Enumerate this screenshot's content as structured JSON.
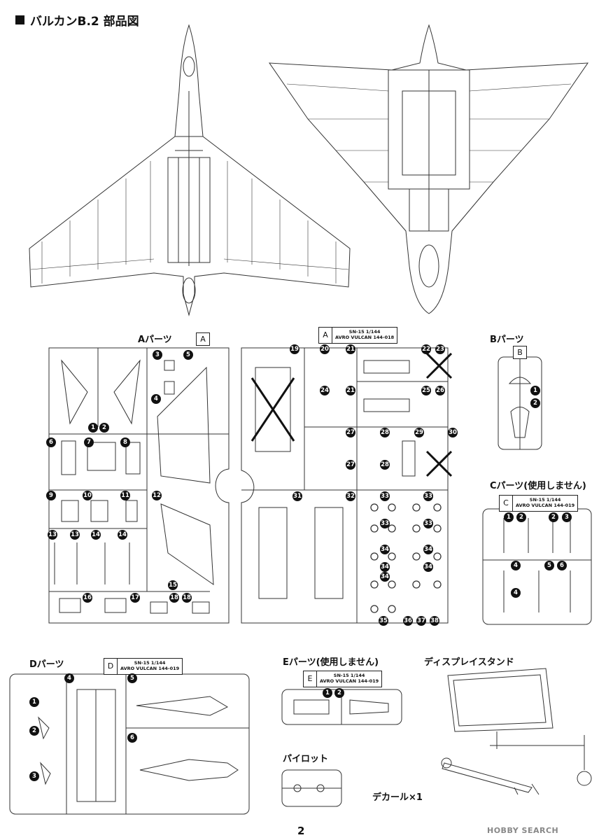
{
  "title": "バルカンB.2 部品図",
  "page_number": "2",
  "watermark": "HOBBY SEARCH",
  "sprue_a": {
    "label": "Aパーツ",
    "tag": "A",
    "info_line1": "SN-15 1/144",
    "info_line2": "AVRO VULCAN 144-018",
    "numbers": [
      "1",
      "2",
      "3",
      "4",
      "5",
      "6",
      "7",
      "8",
      "9",
      "10",
      "11",
      "12",
      "13",
      "13",
      "14",
      "14",
      "15",
      "16",
      "17",
      "18",
      "18",
      "19",
      "20",
      "21",
      "21",
      "22",
      "23",
      "24",
      "25",
      "26",
      "27",
      "27",
      "28",
      "28",
      "29",
      "30",
      "31",
      "32",
      "33",
      "33",
      "33",
      "33",
      "34",
      "34",
      "34",
      "34",
      "34",
      "35",
      "36",
      "37",
      "38"
    ]
  },
  "sprue_b": {
    "label": "Bパーツ",
    "tag": "B",
    "numbers": [
      "1",
      "2"
    ]
  },
  "sprue_c": {
    "label": "Cパーツ(使用しません)",
    "tag": "C",
    "info_line1": "SN-15 1/144",
    "info_line2": "AVRO VULCAN 144-019",
    "numbers": [
      "1",
      "2",
      "2",
      "3",
      "4",
      "4",
      "5",
      "6"
    ]
  },
  "sprue_d": {
    "label": "Dパーツ",
    "tag": "D",
    "info_line1": "SN-15 1/144",
    "info_line2": "AVRO VULCAN 144-019",
    "numbers": [
      "1",
      "2",
      "3",
      "4",
      "5",
      "6"
    ]
  },
  "sprue_e": {
    "label": "Eパーツ(使用しません)",
    "tag": "E",
    "info_line1": "SN-15 1/144",
    "info_line2": "AVRO VULCAN 144-019",
    "numbers": [
      "1",
      "2"
    ]
  },
  "display_stand": {
    "label": "ディスプレイスタンド"
  },
  "pilot": {
    "label": "パイロット"
  },
  "decal": {
    "label": "デカール×1"
  }
}
